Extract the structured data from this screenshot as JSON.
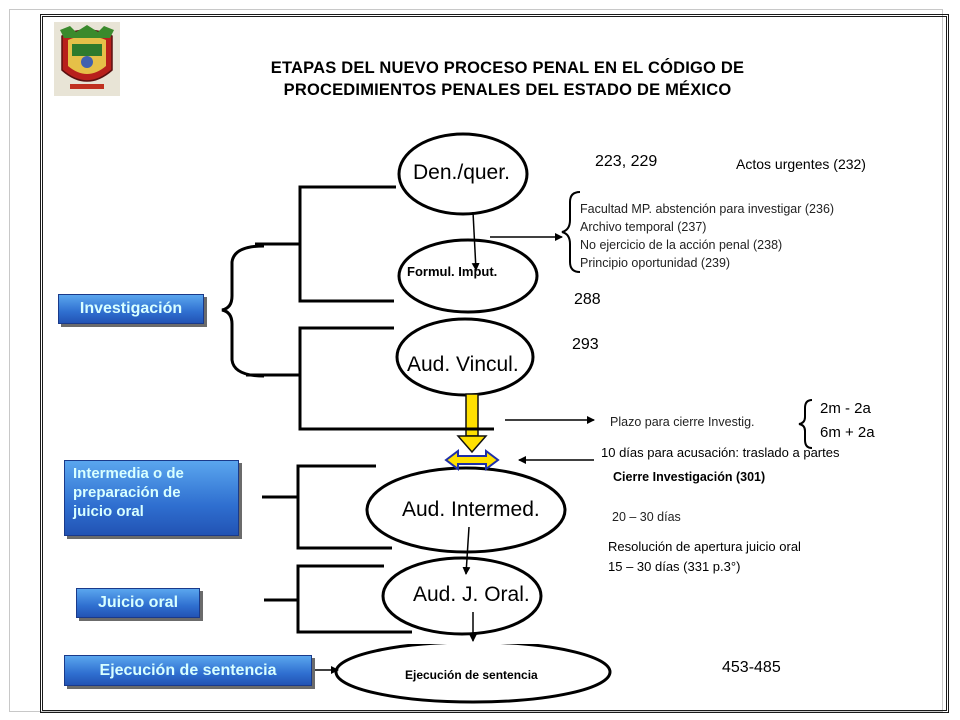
{
  "title": {
    "line1": "ETAPAS DEL NUEVO PROCESO PENAL EN EL CÓDIGO DE",
    "line2": "PROCEDIMIENTOS PENALES DEL ESTADO DE MÉXICO"
  },
  "stages": {
    "investigacion": "Investigación",
    "intermedia_l1": "Intermedia o de",
    "intermedia_l2": "preparación de",
    "intermedia_l3": "juicio oral",
    "juicio_oral": "Juicio oral",
    "ejecucion": "Ejecución de sentencia"
  },
  "nodes": {
    "denuncia": "Den./quer.",
    "formulacion": "Formul. Imput.",
    "vinculacion": "Aud. Vincul.",
    "intermedia": "Aud. Intermed.",
    "juicio": "Aud. J. Oral.",
    "ejecucion": "Ejecución  de sentencia"
  },
  "annotations": {
    "art_223": "223, 229",
    "actos_urgentes": "Actos urgentes (232)",
    "facultad": "Facultad MP. abstención para investigar (236)",
    "archivo": "Archivo temporal (237)",
    "no_ejercicio": "No ejercicio de la acción penal  (238)",
    "principio": "Principio oportunidad (239)",
    "art_288": "288",
    "art_293": "293",
    "plazo": "Plazo para cierre Investig.",
    "plazo_a": "2m   - 2a",
    "plazo_b": "6m    + 2a",
    "diez_dias": "10 días para acusación: traslado a partes",
    "cierre": "Cierre Investigación (301)",
    "veinte": "20 – 30 días",
    "resolucion": "Resolución de apertura juicio oral",
    "quince": "15 – 30 días (331 p.3°)",
    "art_453": "453-485"
  },
  "colors": {
    "stage_fill": "#2f6fd0",
    "stage_text": "#d8ffff",
    "arrow_yellow": "#ffe000"
  }
}
